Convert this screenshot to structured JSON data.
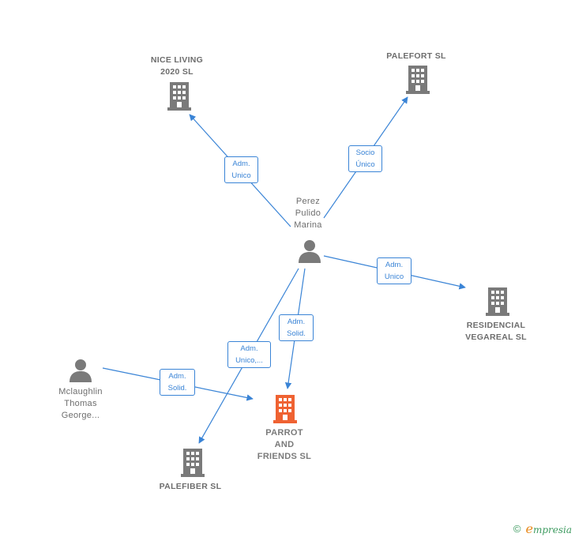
{
  "colors": {
    "edge": "#3a84d6",
    "node_gray": "#7a7a7a",
    "highlight": "#ef6232",
    "brand_green": "#3c9a5f",
    "brand_orange": "#e8891b"
  },
  "nodes": {
    "nice_living": {
      "label": "NICE LIVING\n2020  SL",
      "icon": "building-icon"
    },
    "palefort": {
      "label": "PALEFORT  SL",
      "icon": "building-icon"
    },
    "perez": {
      "label": "Perez\nPulido\nMarina",
      "icon": "person-icon"
    },
    "residencial": {
      "label": "RESIDENCIAL\nVEGAREAL SL",
      "icon": "building-icon"
    },
    "mclaughlin": {
      "label": "Mclaughlin\nThomas\nGeorge...",
      "icon": "person-icon"
    },
    "parrot": {
      "label": "PARROT\nAND\nFRIENDS  SL",
      "icon": "building-icon"
    },
    "palefiber": {
      "label": "PALEFIBER  SL",
      "icon": "building-icon"
    }
  },
  "edges": {
    "to_nice_living": "Adm.\nUnico",
    "to_palefort": "Socio\nÚnico",
    "to_residencial": "Adm.\nUnico",
    "perez_to_parrot": "Adm.\nSolid.",
    "to_palefiber": "Adm.\nUnico,...",
    "mclaughlin_to_parrot": "Adm.\nSolid."
  },
  "brand": {
    "copyright": "©",
    "initial": "e",
    "name": "mpresia"
  }
}
